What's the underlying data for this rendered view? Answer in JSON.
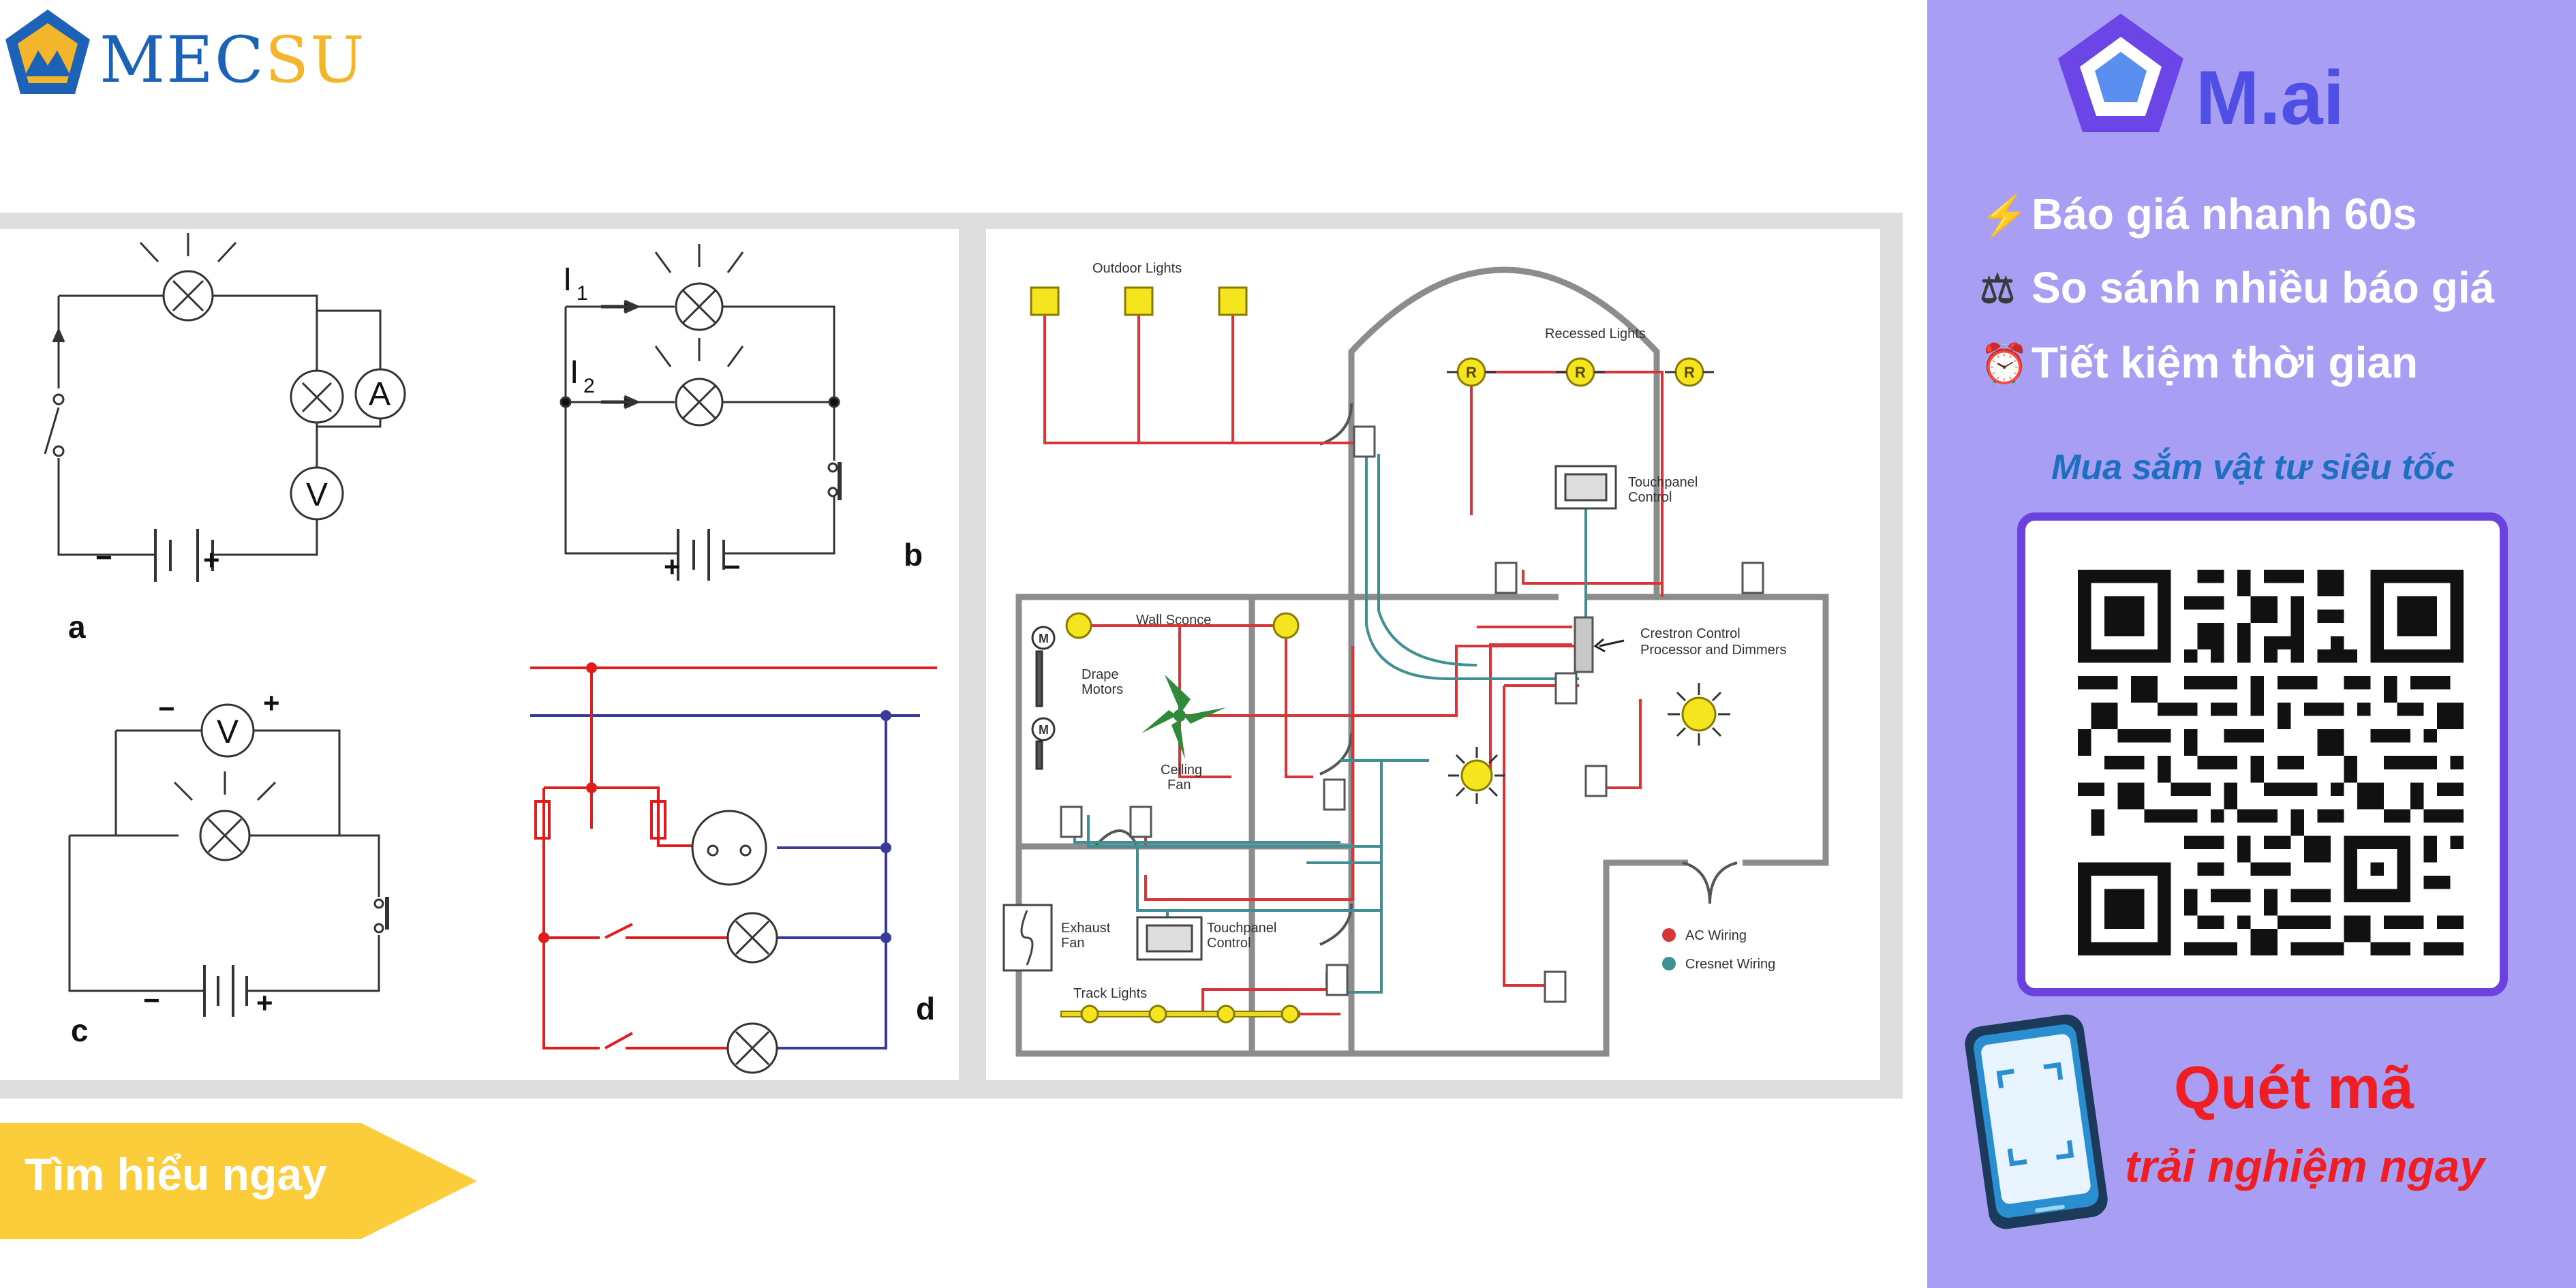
{
  "brand": {
    "name_part1": "MEC",
    "name_part2": "SU"
  },
  "cta": {
    "label": "Tìm hiểu ngay",
    "color": "#fbcd3b"
  },
  "left_diagram": {
    "label_a": "a",
    "label_b": "b",
    "label_c": "c",
    "label_d": "d",
    "ammeter": "A",
    "voltmeter": "V",
    "current_1": "I",
    "current_1_sub": "1",
    "current_2": "I",
    "current_2_sub": "2",
    "plus": "+",
    "minus": "−"
  },
  "floor_plan": {
    "outdoor_lights": "Outdoor Lights",
    "recessed_lights": "Recessed Lights",
    "recessed_symbol": "R",
    "touchpanel_1": [
      "Touchpanel",
      "Control"
    ],
    "wall_sconce": "Wall Sconce",
    "drape_motors": [
      "Drape",
      "Motors"
    ],
    "motor_symbol": "M",
    "ceiling_fan": [
      "Ceiling",
      "Fan"
    ],
    "crestron": [
      "Crestron Control",
      "Processor and Dimmers"
    ],
    "exhaust_fan": [
      "Exhaust",
      "Fan"
    ],
    "touchpanel_2": [
      "Touchpanel",
      "Control"
    ],
    "track_lights": "Track Lights",
    "legend": [
      {
        "label": "AC Wiring",
        "color": "#d63638"
      },
      {
        "label": "Cresnet Wiring",
        "color": "#3f8f95"
      }
    ]
  },
  "sidebar": {
    "app_name": "M.ai",
    "features": [
      {
        "icon": "lightning-icon",
        "glyph": "⚡",
        "text": "Báo giá nhanh 60s"
      },
      {
        "icon": "scales-icon",
        "glyph": "⚖",
        "text": "So sánh nhiều báo giá"
      },
      {
        "icon": "alarm-clock-icon",
        "glyph": "⏰",
        "text": "Tiết kiệm thời gian"
      }
    ],
    "caption": "Mua sắm vật tư siêu tốc",
    "scan_title": "Quét mã",
    "scan_subtitle": "trải nghiệm ngay",
    "background": "#a89ff4"
  }
}
